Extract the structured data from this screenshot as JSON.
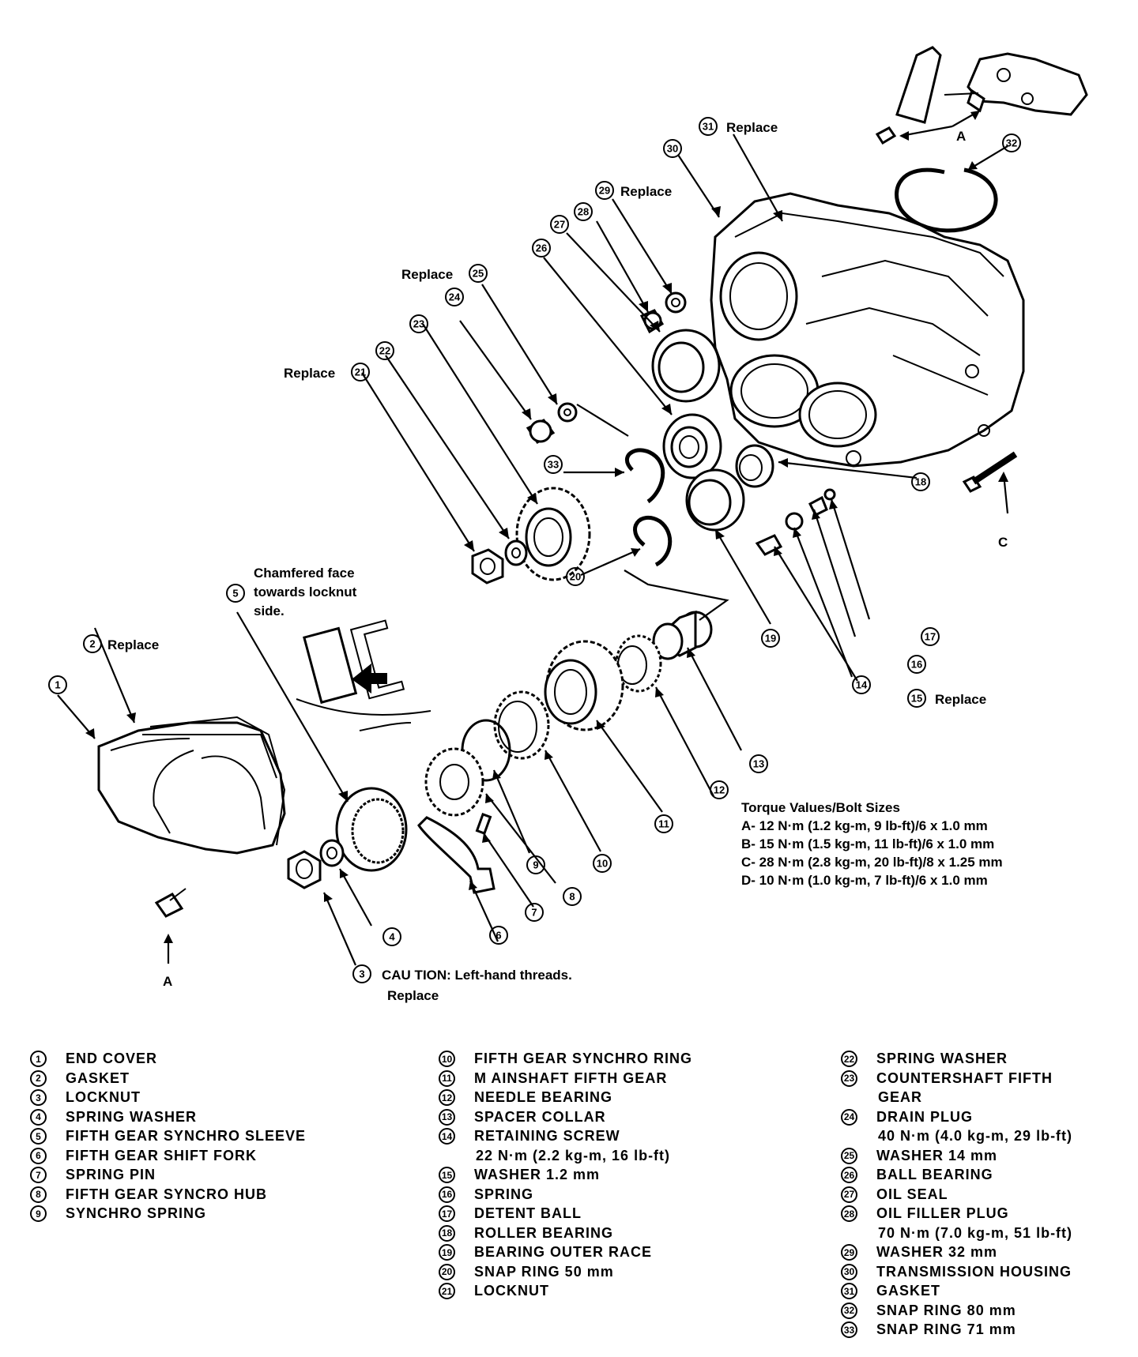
{
  "callouts": {
    "c31": "Replace",
    "c29": "Replace",
    "c25": "Replace",
    "c21": "Replace",
    "c2": "Replace",
    "c15": "Replace",
    "chamfer_1": "Chamfered face",
    "chamfer_2": "towards locknut",
    "chamfer_3": "side.",
    "caution": "CAU TION: Left-hand threads.",
    "caution_2": "Replace",
    "letter_a_top": "A",
    "letter_a_bottom": "A",
    "letter_c": "C"
  },
  "torque": {
    "title": "Torque Values/Bolt Sizes",
    "rows": [
      "A- 12 N·m (1.2 kg-m, 9 lb-ft)/6 x 1.0 mm",
      "B- 15 N·m (1.5 kg-m, 11 lb-ft)/6 x 1.0 mm",
      "C- 28 N·m (2.8 kg-m, 20 lb-ft)/8 x 1.25 mm",
      "D- 10 N·m (1.0 kg-m, 7 lb-ft)/6 x 1.0 mm"
    ]
  },
  "legend": {
    "col1": [
      {
        "n": "1",
        "t": "END COVER"
      },
      {
        "n": "2",
        "t": "GASKET"
      },
      {
        "n": "3",
        "t": "LOCKNUT"
      },
      {
        "n": "4",
        "t": "SPRING WASHER"
      },
      {
        "n": "5",
        "t": "FIFTH GEAR SYNCHRO SLEEVE"
      },
      {
        "n": "6",
        "t": "FIFTH GEAR SHIFT FORK"
      },
      {
        "n": "7",
        "t": "SPRING PIN"
      },
      {
        "n": "8",
        "t": "FIFTH GEAR SYNCRO HUB"
      },
      {
        "n": "9",
        "t": "SYNCHRO SPRING"
      }
    ],
    "col2": [
      {
        "n": "10",
        "t": "FIFTH GEAR SYNCHRO RING"
      },
      {
        "n": "11",
        "t": "M AINSHAFT FIFTH GEAR"
      },
      {
        "n": "12",
        "t": "NEEDLE BEARING"
      },
      {
        "n": "13",
        "t": "SPACER COLLAR"
      },
      {
        "n": "14",
        "t": "RETAINING SCREW"
      },
      {
        "n": "",
        "t": "22 N·m  (2.2 kg-m, 16 lb-ft)"
      },
      {
        "n": "15",
        "t": "WASHER 1.2 mm"
      },
      {
        "n": "16",
        "t": "SPRING"
      },
      {
        "n": "17",
        "t": "DETENT BALL"
      },
      {
        "n": "18",
        "t": "ROLLER BEARING"
      },
      {
        "n": "19",
        "t": "BEARING OUTER RACE"
      },
      {
        "n": "20",
        "t": "SNAP RING 50 mm"
      },
      {
        "n": "21",
        "t": "LOCKNUT"
      }
    ],
    "col3": [
      {
        "n": "22",
        "t": "SPRING WASHER"
      },
      {
        "n": "23",
        "t": "COUNTERSHAFT FIFTH"
      },
      {
        "n": "",
        "t": "GEAR"
      },
      {
        "n": "24",
        "t": "DRAIN PLUG"
      },
      {
        "n": "",
        "t": "40 N·m (4.0 kg-m, 29 lb-ft)"
      },
      {
        "n": "25",
        "t": "WASHER 14 mm"
      },
      {
        "n": "26",
        "t": "BALL BEARING"
      },
      {
        "n": "27",
        "t": "OIL SEAL"
      },
      {
        "n": "28",
        "t": "OIL FILLER PLUG"
      },
      {
        "n": "",
        "t": "70 N·m (7.0 kg-m, 51 lb-ft)"
      },
      {
        "n": "29",
        "t": "WASHER 32 mm"
      },
      {
        "n": "30",
        "t": "TRANSMISSION HOUSING"
      },
      {
        "n": "31",
        "t": "GASKET"
      },
      {
        "n": "32",
        "t": "SNAP RING 80 mm"
      },
      {
        "n": "33",
        "t": "SNAP RING 71 mm"
      }
    ]
  }
}
